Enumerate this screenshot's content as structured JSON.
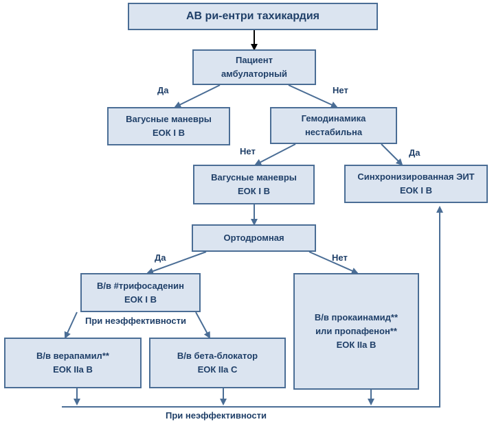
{
  "nodes": {
    "title": "АВ ри-ентри тахикардия",
    "patient": [
      "Пациент",
      "амбулаторный"
    ],
    "vagal_1": [
      "Вагусные маневры",
      "ЕОК I B"
    ],
    "hemodynamics": [
      "Гемодинамика",
      "нестабильна"
    ],
    "vagal_2": [
      "Вагусные маневры",
      "ЕОК I B"
    ],
    "eit": [
      "Синхронизированная ЭИТ",
      "ЕОК I B"
    ],
    "orthodromic": "Ортодромная",
    "triphosadenine": [
      "В/в #трифосаденин",
      "ЕОК I B"
    ],
    "verapamil": [
      "В/в верапамил**",
      "ЕОК IIa B"
    ],
    "beta_blocker": [
      "В/в бета-блокатор",
      "ЕОК IIa C"
    ],
    "procainamide": [
      "В/в прокаинамид**",
      "или пропафенон**",
      "ЕОК IIa B"
    ]
  },
  "edge_labels": {
    "patient_yes": "Да",
    "patient_no": "Нет",
    "hemo_no": "Нет",
    "hemo_yes": "Да",
    "ortho_yes": "Да",
    "ortho_no": "Нет",
    "ineffective_1": "При неэффективности",
    "ineffective_2": "При неэффективности"
  }
}
